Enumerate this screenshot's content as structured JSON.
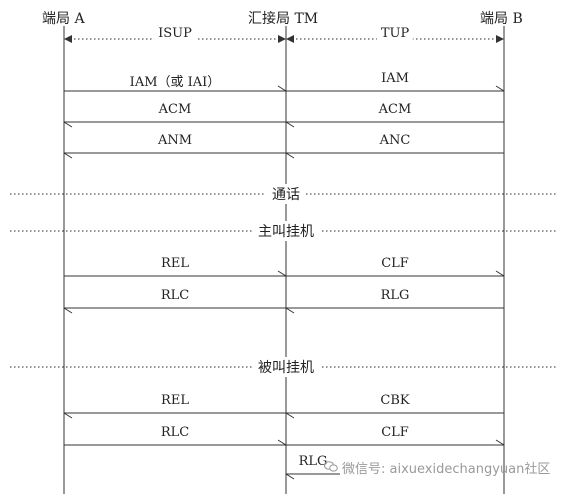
{
  "nodes": {
    "a": "端局 A",
    "tm": "汇接局 TM",
    "b": "端局 B"
  },
  "protocols": {
    "left": "ISUP",
    "right": "TUP"
  },
  "phases": {
    "talk": "通话",
    "caller_hangup": "主叫挂机",
    "callee_hangup": "被叫挂机"
  },
  "messages": {
    "left": [
      {
        "label": "IAM（或 IAI）",
        "direction": "right"
      },
      {
        "label": "ACM",
        "direction": "left"
      },
      {
        "label": "ANM",
        "direction": "left"
      },
      {
        "label": "REL",
        "direction": "right"
      },
      {
        "label": "RLC",
        "direction": "left"
      },
      {
        "label": "REL",
        "direction": "left"
      },
      {
        "label": "RLC",
        "direction": "right"
      }
    ],
    "right": [
      {
        "label": "IAM",
        "direction": "right"
      },
      {
        "label": "ACM",
        "direction": "left"
      },
      {
        "label": "ANC",
        "direction": "left"
      },
      {
        "label": "CLF",
        "direction": "right"
      },
      {
        "label": "RLG",
        "direction": "left"
      },
      {
        "label": "CBK",
        "direction": "left"
      },
      {
        "label": "CLF",
        "direction": "right"
      },
      {
        "label": "RLG",
        "direction": "left"
      }
    ]
  },
  "watermark": "微信号: aixuexidechangyuan社区",
  "colors": {
    "line": "#333333",
    "dotted": "#555555",
    "text": "#222222"
  }
}
